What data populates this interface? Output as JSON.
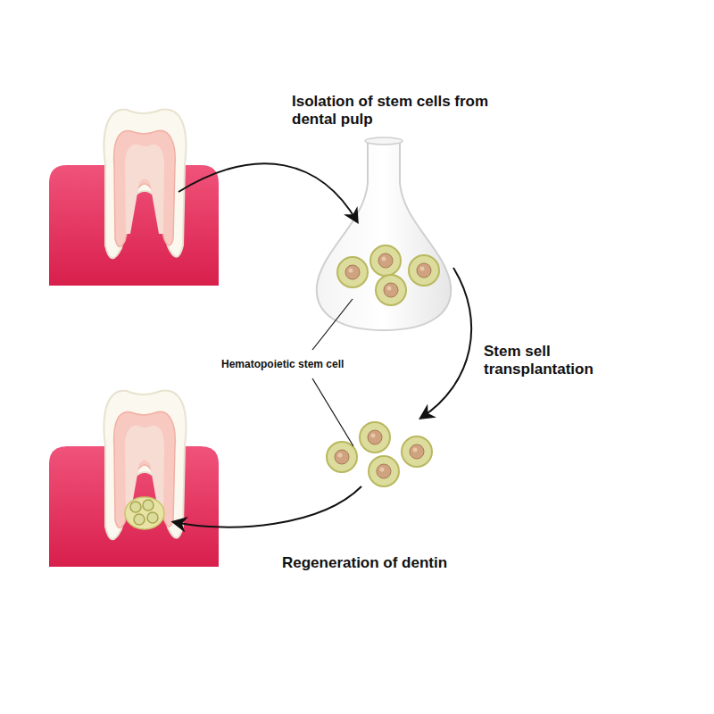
{
  "diagram": {
    "labels": [
      "Isolation of stem cells from dental pulp",
      "Hematopoietic stem cell",
      "Stem sell transplantation",
      "Regeneration of dentin"
    ]
  }
}
